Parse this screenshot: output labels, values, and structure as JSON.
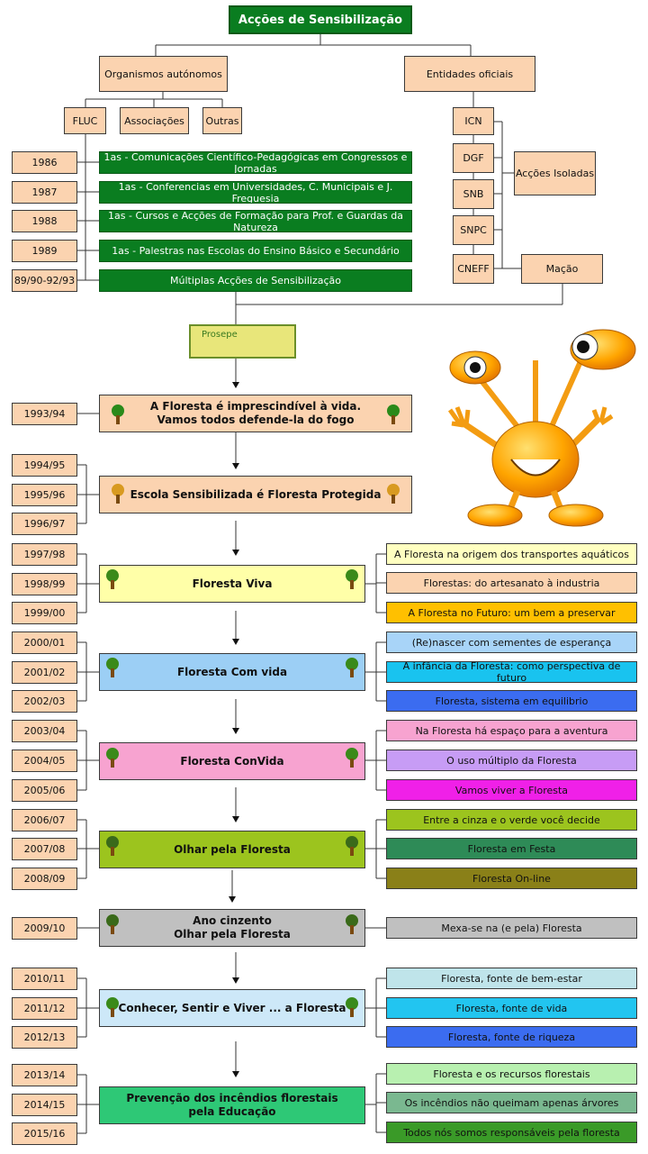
{
  "title": "Acções de Sensibilização",
  "organismos": "Organismos autónomos",
  "entidades": "Entidades oficiais",
  "orgs": [
    "FLUC",
    "Associações",
    "Outras"
  ],
  "ents": [
    "ICN",
    "DGF",
    "SNB",
    "SNPC",
    "CNEFF"
  ],
  "accoes_isoladas": "Acções Isoladas",
  "macao": "Mação",
  "early": [
    {
      "year": "1986",
      "text": "1as - Comunicações Científico-Pedagógicas em Congressos e Jornadas"
    },
    {
      "year": "1987",
      "text": "1as - Conferencias em Universidades, C. Municipais e J. Freguesia"
    },
    {
      "year": "1988",
      "text": "1as - Cursos e Acções de Formação para Prof. e Guardas da Natureza"
    },
    {
      "year": "1989",
      "text": "1as - Palestras nas Escolas do Ensino Básico e Secundário"
    },
    {
      "year": "89/90-92/93",
      "text": "Múltiplas Acções de Sensibilização"
    }
  ],
  "prosepe": "Prosepe",
  "campaigns": [
    {
      "years": [
        "1993/94"
      ],
      "title": "A Floresta é imprescindível à vida.\nVamos todos defende-la do fogo",
      "bg": "#fbd3b0",
      "themes": []
    },
    {
      "years": [
        "1994/95",
        "1995/96",
        "1996/97"
      ],
      "title": "Escola Sensibilizada é Floresta Protegida",
      "bg": "#fbd3b0",
      "themes": []
    },
    {
      "years": [
        "1997/98",
        "1998/99",
        "1999/00"
      ],
      "title": "Floresta Viva",
      "bg": "#ffffa8",
      "themes": [
        {
          "text": "A Floresta na origem dos transportes aquáticos",
          "bg": "#ffffc0"
        },
        {
          "text": "Florestas: do artesanato à industria",
          "bg": "#fbd3b0"
        },
        {
          "text": "A Floresta no Futuro: um bem a preservar",
          "bg": "#ffc000"
        }
      ]
    },
    {
      "years": [
        "2000/01",
        "2001/02",
        "2002/03"
      ],
      "title": "Floresta  Com vida",
      "bg": "#9ccff5",
      "themes": [
        {
          "text": "(Re)nascer com sementes de esperança",
          "bg": "#a8d4f8"
        },
        {
          "text": "A infância da Floresta: como perspectiva de futuro",
          "bg": "#19c3ef"
        },
        {
          "text": "Floresta, sistema em equilibrio",
          "bg": "#3b6cf0"
        }
      ]
    },
    {
      "years": [
        "2003/04",
        "2004/05",
        "2005/06"
      ],
      "title": "Floresta  ConVida",
      "bg": "#f7a3d0",
      "themes": [
        {
          "text": "Na Floresta há espaço para a aventura",
          "bg": "#f7a3d0"
        },
        {
          "text": "O uso múltiplo da Floresta",
          "bg": "#c79cf5"
        },
        {
          "text": "Vamos viver a Floresta",
          "bg": "#f020e8"
        }
      ]
    },
    {
      "years": [
        "2006/07",
        "2007/08",
        "2008/09"
      ],
      "title": "Olhar pela Floresta",
      "bg": "#9cc41e",
      "themes": [
        {
          "text": "Entre a cinza e o verde você decide",
          "bg": "#9cc41e"
        },
        {
          "text": "Floresta em Festa",
          "bg": "#2e8b57"
        },
        {
          "text": "Floresta On-line",
          "bg": "#8a8018"
        }
      ]
    },
    {
      "years": [
        "2009/10"
      ],
      "title": "Ano cinzento\nOlhar pela Floresta",
      "bg": "#c0c0c0",
      "themes": [
        {
          "text": "Mexa-se na (e pela) Floresta",
          "bg": "#c0c0c0"
        }
      ]
    },
    {
      "years": [
        "2010/11",
        "2011/12",
        "2012/13"
      ],
      "title": "Conhecer, Sentir e Viver ... a Floresta",
      "bg": "#cde8f8",
      "themes": [
        {
          "text": "Floresta, fonte de bem-estar",
          "bg": "#bfe4ea"
        },
        {
          "text": "Floresta, fonte de vida",
          "bg": "#22c5f0"
        },
        {
          "text": "Floresta, fonte de riqueza",
          "bg": "#3b6cf0"
        }
      ]
    },
    {
      "years": [
        "2013/14",
        "2014/15",
        "2015/16"
      ],
      "title": "Prevenção dos incêndios florestais\npela Educação",
      "bg": "#2ec876",
      "themes": [
        {
          "text": "Floresta e os recursos florestais",
          "bg": "#b8f0b0"
        },
        {
          "text": "Os incêndios não queimam apenas árvores",
          "bg": "#7ab890"
        },
        {
          "text": "Todos nós somos responsáveis pela floresta",
          "bg": "#3a9a28"
        }
      ]
    }
  ]
}
